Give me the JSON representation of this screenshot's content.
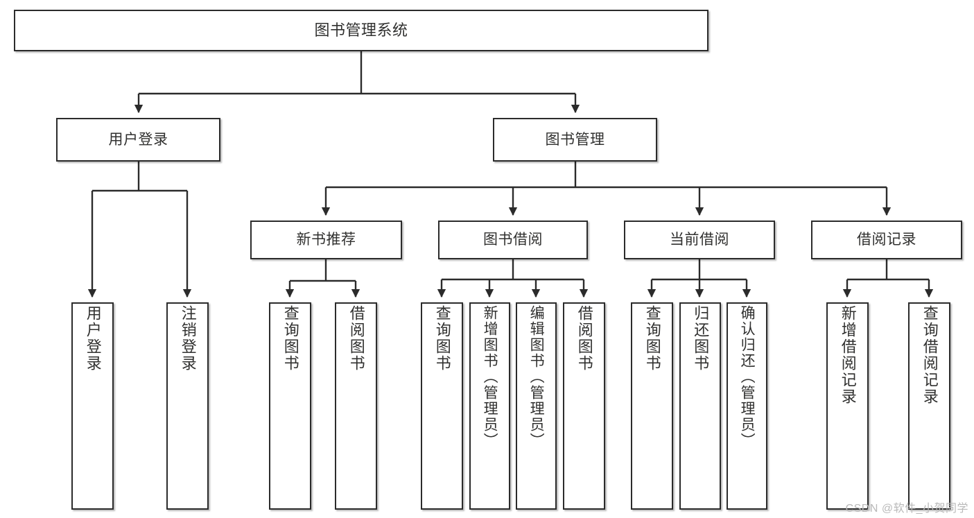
{
  "diagram": {
    "type": "tree",
    "title": "图书管理系统",
    "watermark": "CSDN @软件_小贺同学",
    "colors": {
      "box_border": "#2b2b2b",
      "box_fill": "#ffffff",
      "edge": "#2b2b2b",
      "text": "#30302f",
      "watermark": "#b9b9b9"
    },
    "nodes": {
      "root": {
        "label": "图书管理系统"
      },
      "level2": [
        {
          "id": "user-login",
          "label": "用户登录"
        },
        {
          "id": "book-manage",
          "label": "图书管理"
        }
      ],
      "level3": [
        {
          "id": "new-book-recommend",
          "label": "新书推荐"
        },
        {
          "id": "book-borrow",
          "label": "图书借阅"
        },
        {
          "id": "current-borrow",
          "label": "当前借阅"
        },
        {
          "id": "borrow-record",
          "label": "借阅记录"
        }
      ],
      "leaves": {
        "user_login": [
          {
            "id": "leaf-user-login",
            "label": "用户登录"
          },
          {
            "id": "leaf-logout-login",
            "label": "注销登录"
          }
        ],
        "new_book_recommend": [
          {
            "id": "leaf-query-book-1",
            "label": "查询图书"
          },
          {
            "id": "leaf-borrow-book-1",
            "label": "借阅图书"
          }
        ],
        "book_borrow": [
          {
            "id": "leaf-query-book-2",
            "label": "查询图书"
          },
          {
            "id": "leaf-add-book",
            "label": "新增图书（管理员）"
          },
          {
            "id": "leaf-edit-book",
            "label": "编辑图书（管理员）"
          },
          {
            "id": "leaf-borrow-book-2",
            "label": "借阅图书"
          }
        ],
        "current_borrow": [
          {
            "id": "leaf-query-book-3",
            "label": "查询图书"
          },
          {
            "id": "leaf-return-book",
            "label": "归还图书"
          },
          {
            "id": "leaf-confirm-return",
            "label": "确认归还（管理员）"
          }
        ],
        "borrow_record": [
          {
            "id": "leaf-add-borrow-record",
            "label": "新增借阅记录"
          },
          {
            "id": "leaf-query-borrow-record",
            "label": "查询借阅记录"
          }
        ]
      }
    }
  }
}
